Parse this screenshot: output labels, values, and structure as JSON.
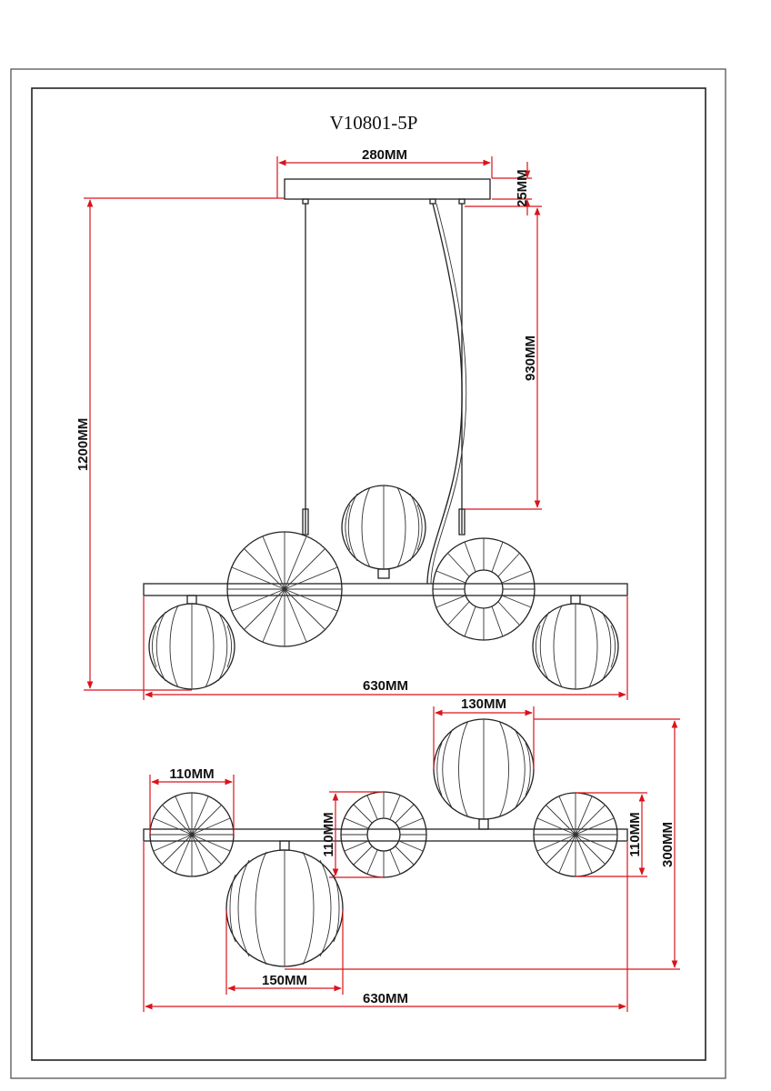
{
  "title": "V10801-5P",
  "dimensions": {
    "canopy_width": "280MM",
    "canopy_height": "25MM",
    "rod_length": "930MM",
    "total_height": "1200MM",
    "front_width": "630MM",
    "shade_small": "110MM",
    "shade_top": "130MM",
    "shade_mid_height": "110MM",
    "shade_right_height": "110MM",
    "depth": "300MM",
    "shade_large": "150MM",
    "plan_width": "630MM"
  },
  "colors": {
    "ink": "#222222",
    "dimension": "#d9141c"
  }
}
